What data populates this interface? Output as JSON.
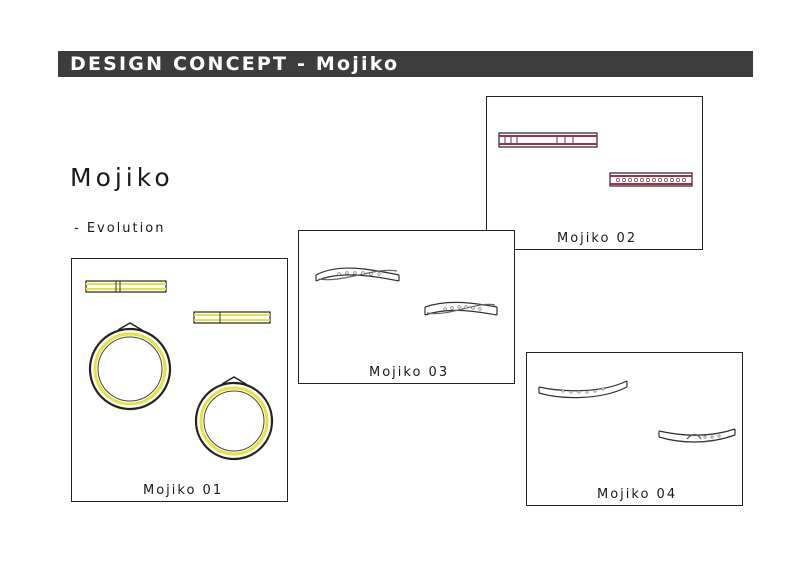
{
  "header": {
    "title": "DESIGN CONCEPT - Mojiko",
    "bar_color": "#3d3d3d"
  },
  "brand": {
    "name": "Mojiko",
    "subtitle": "- Evolution"
  },
  "sketches": [
    {
      "label": "Mojiko 01",
      "accent_color": "#e6e43a"
    },
    {
      "label": "Mojiko 02",
      "accent_color": "#b0264a"
    },
    {
      "label": "Mojiko 03",
      "accent_color": "#555555"
    },
    {
      "label": "Mojiko 04",
      "accent_color": "#555555"
    }
  ]
}
